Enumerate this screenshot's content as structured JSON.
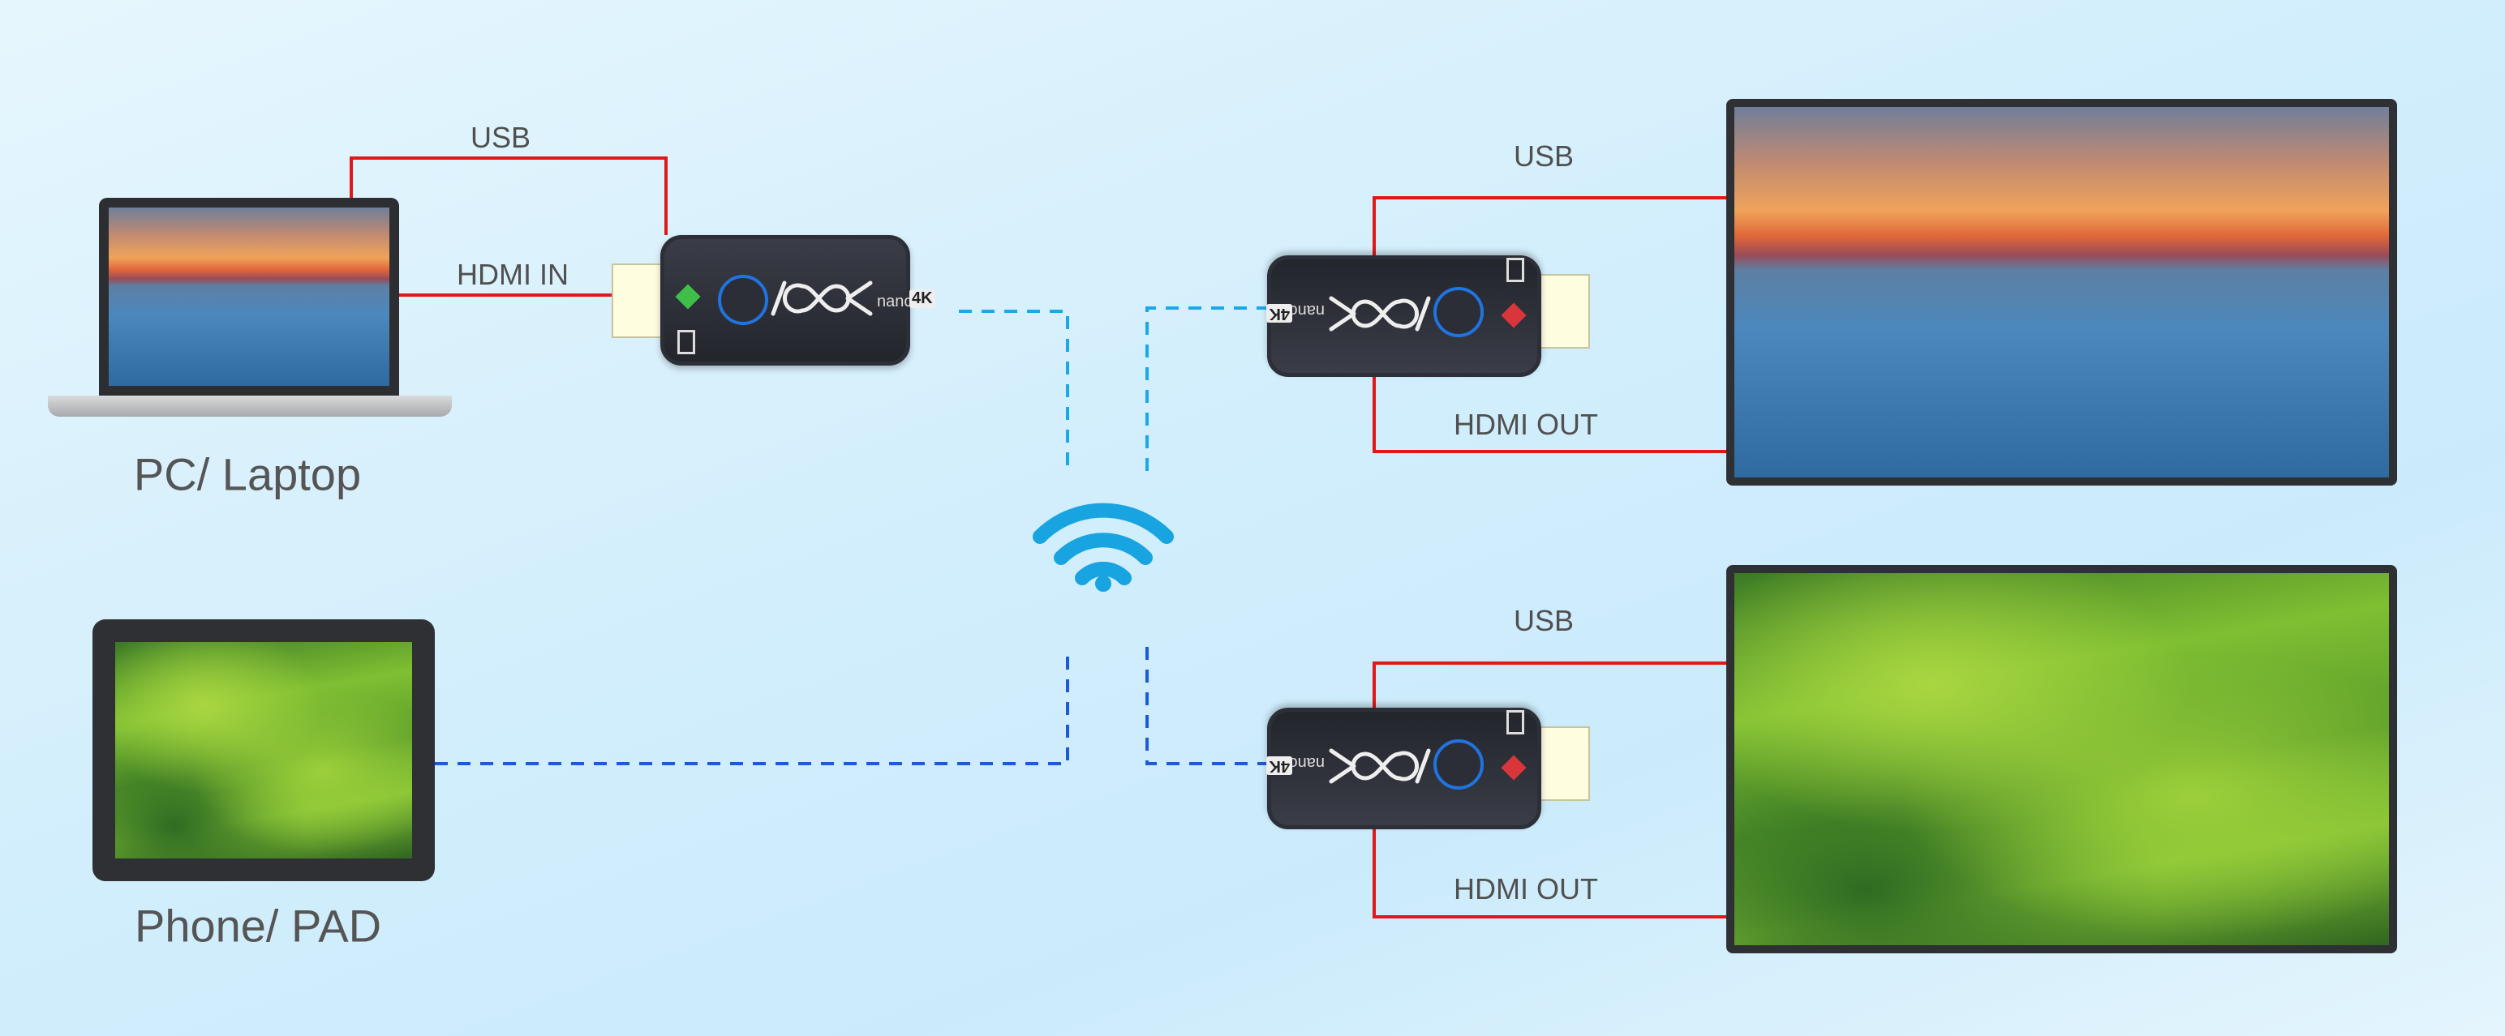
{
  "devices": {
    "source_laptop": {
      "label": "PC/ Laptop"
    },
    "source_pad": {
      "label": "Phone/ PAD"
    }
  },
  "connections": {
    "tx_usb": "USB",
    "tx_hdmi": "HDMI IN",
    "rx1_usb": "USB",
    "rx1_hdmi": "HDMI OUT",
    "rx2_usb": "USB",
    "rx2_hdmi": "HDMI OUT"
  },
  "dongle": {
    "brand_logo": "/C∞K",
    "model": "nano",
    "badge": "4K"
  },
  "colors": {
    "cable": "#e01818",
    "wifi_upper": "#1aa8ea",
    "wifi_lower": "#1e5ad8",
    "wifi_icon": "#17a4e0"
  }
}
